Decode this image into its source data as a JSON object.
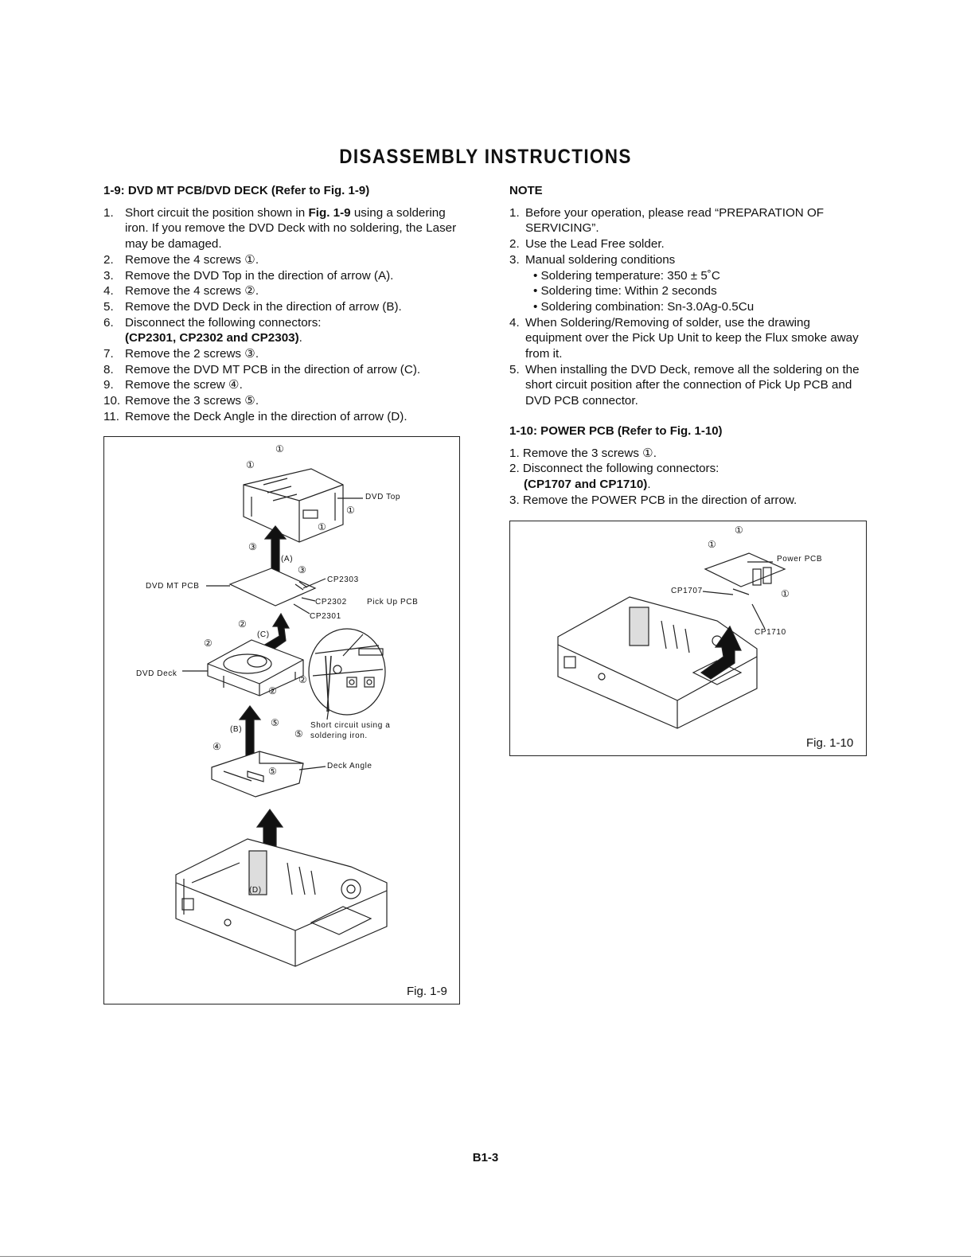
{
  "title": "DISASSEMBLY  INSTRUCTIONS",
  "s19": {
    "heading": "1-9: DVD MT PCB/DVD DECK (Refer to Fig. 1-9)",
    "step1_pre": "Short circuit the position shown in ",
    "step1_bold": "Fig. 1-9",
    "step1_post": " using a soldering iron. If you remove the DVD Deck with no soldering, the Laser may be damaged.",
    "step2": "Remove the 4 screws ①.",
    "step3": "Remove the DVD Top in the direction of arrow (A).",
    "step4": "Remove the 4 screws ②.",
    "step5": "Remove the DVD Deck in the direction of arrow (B).",
    "step6": "Disconnect the following connectors:",
    "step6_bold": "(CP2301, CP2302 and CP2303)",
    "step7": "Remove the 2 screws ③.",
    "step8": "Remove the DVD MT PCB in the direction of arrow (C).",
    "step9": "Remove the screw ④.",
    "step10": "Remove the 3 screws ⑤.",
    "step11": "Remove the Deck Angle in the direction of arrow (D)."
  },
  "note": {
    "heading": "NOTE",
    "n1": "Before your operation, please read “PREPARATION OF SERVICING”.",
    "n2": "Use the Lead Free solder.",
    "n3": "Manual soldering conditions",
    "n3a": "• Soldering temperature: 350 ± 5˚C",
    "n3b": "• Soldering time: Within 2 seconds",
    "n3c": "• Soldering combination: Sn-3.0Ag-0.5Cu",
    "n4": "When Soldering/Removing of solder, use the drawing equipment over the Pick Up Unit to keep the Flux smoke away from it.",
    "n5": "When installing the DVD Deck, remove all the soldering on the short circuit position after the connection of Pick Up PCB and DVD PCB connector."
  },
  "s110": {
    "heading": "1-10: POWER PCB (Refer to Fig. 1-10)",
    "step1": "1. Remove the 3 screws ①.",
    "step2": "2. Disconnect the following connectors:",
    "step2_bold": "(CP1707 and CP1710)",
    "step3": "3. Remove the POWER PCB in the direction of arrow."
  },
  "fig19": {
    "caption": "Fig. 1-9",
    "dvd_top": "DVD Top",
    "dvd_mt_pcb": "DVD MT PCB",
    "cp2303": "CP2303",
    "cp2302": "CP2302",
    "cp2301": "CP2301",
    "pick_up_pcb": "Pick Up PCB",
    "dvd_deck": "DVD Deck",
    "short_circuit": "Short circuit using a",
    "soldering_iron": "soldering iron.",
    "deck_angle": "Deck Angle",
    "arrow_a": "(A)",
    "arrow_b": "(B)",
    "arrow_c": "(C)",
    "arrow_d": "(D)",
    "c1": "①",
    "c2": "②",
    "c3": "③",
    "c4": "④",
    "c5": "⑤"
  },
  "fig110": {
    "caption": "Fig. 1-10",
    "power_pcb": "Power PCB",
    "cp1707": "CP1707",
    "cp1710": "CP1710",
    "c1": "①"
  },
  "page_number": "B1-3"
}
